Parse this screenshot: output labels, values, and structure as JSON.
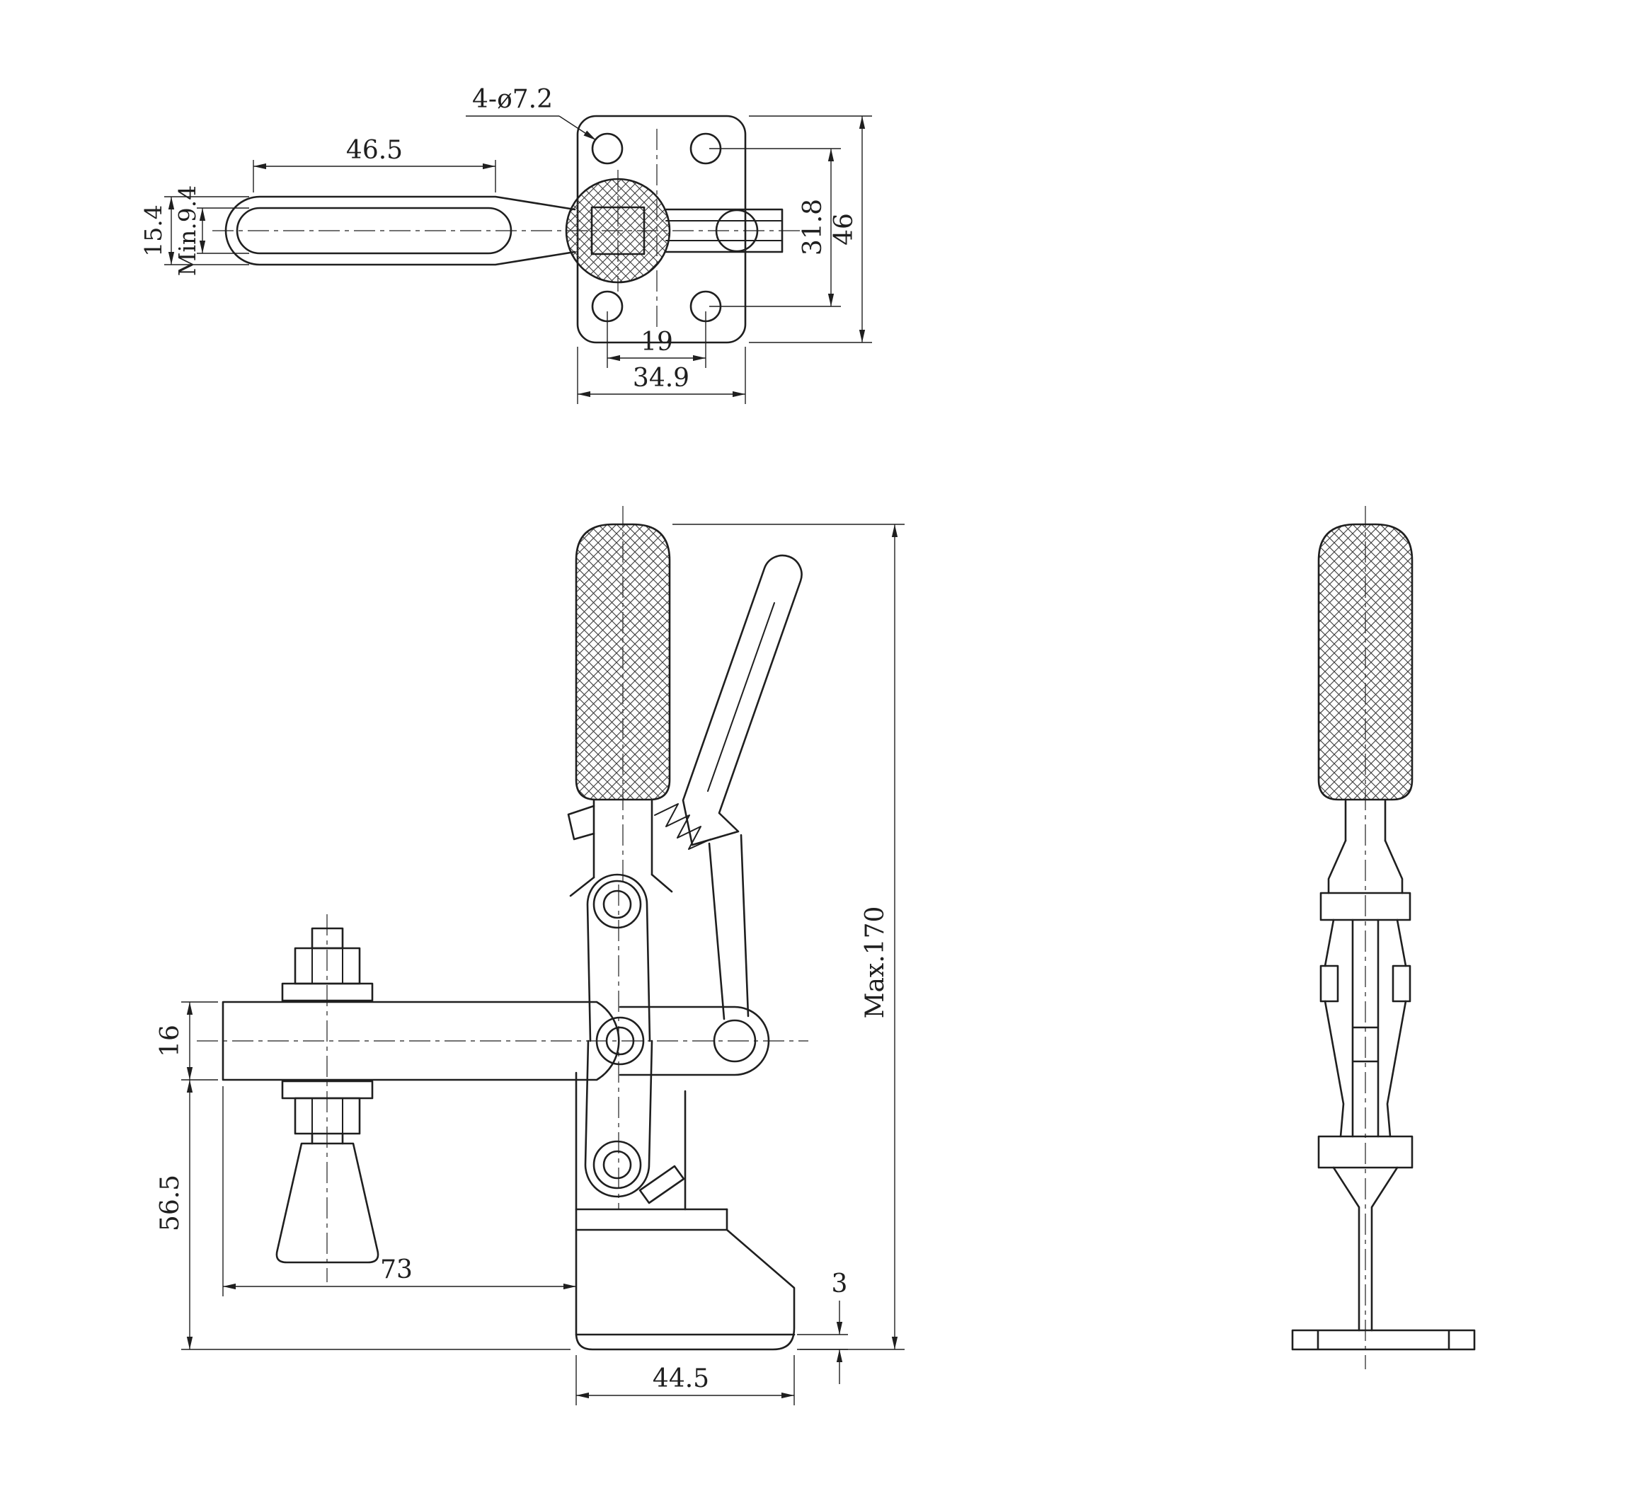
{
  "top_view": {
    "dims": {
      "slot_length": "46.5",
      "arm_width": "15.4",
      "slot_min_width": "Min.9.4",
      "holes": "4-ø7.2",
      "hole_pitch_v": "31.8",
      "plate_length": "46",
      "hole_pitch_h": "19",
      "plate_width": "34.9"
    }
  },
  "front_view": {
    "dims": {
      "bar_thickness": "16",
      "bar_underside_height": "56.5",
      "reach": "73",
      "base_width": "44.5",
      "base_plate_thickness": "3",
      "overall_height": "Max.170"
    }
  }
}
